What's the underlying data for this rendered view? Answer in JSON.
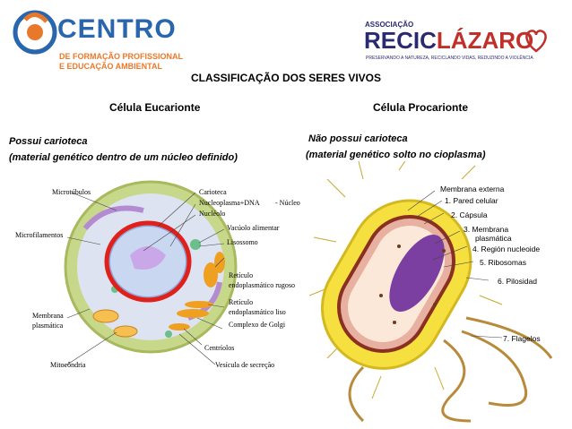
{
  "logo_left": {
    "brand": "CENTRO",
    "line1": "DE FORMAÇÃO PROFISSIONAL",
    "line2": "E EDUCAÇÃO AMBIENTAL"
  },
  "logo_right": {
    "association": "ASSOCIAÇÃO",
    "name_a": "RECIC",
    "name_b": "LÁZARO",
    "tagline": "PRESERVANDO A NATUREZA, RECICLANDO VIDAS, REDUZINDO A VIOLÊNCIA"
  },
  "title": "CLASSIFICAÇÃO DOS SERES VIVOS",
  "eukaryote": {
    "heading": "Célula Eucarionte",
    "desc1": "Possui carioteca",
    "desc2": "(material genético dentro de um núcleo definido)",
    "labels": {
      "microtubulos": "Microtúbulos",
      "microfilamentos": "Microfilamentos",
      "membrana1": "Membrana",
      "membrana2": "plasmática",
      "mitocondria": "Mitocôndria",
      "carioteca": "Carioteca",
      "nucleoplasma": "Nucleoplasma+DNA",
      "nucleo": "- Núcleo",
      "nucleolo": "Nucléolo",
      "vacuolo": "Vacúolo alimentar",
      "lisossomo": "Lisossomo",
      "rer1": "Retículo",
      "rer2": "endoplasmático rugoso",
      "ser1": "Retículo",
      "ser2": "endoplasmático liso",
      "golgi": "Complexo de Golgi",
      "centriolos": "Centríolos",
      "vesicula": "Vesícula de secreção"
    }
  },
  "prokaryote": {
    "heading": "Célula Procarionte",
    "desc1": "Não possui carioteca",
    "desc2": "(material genético solto no cioplasma)",
    "labels": {
      "membrana_externa": "Membrana externa",
      "pared": "1. Pared celular",
      "capsula": "2. Cápsula",
      "membrana1": "3. Membrana",
      "membrana2": "plasmática",
      "region": "4. Región nucleoide",
      "ribosomas": "5. Ribosomas",
      "pilosidad": "6. Pilosidad",
      "flagelos": "7. Flagelos"
    }
  },
  "colors": {
    "brand_blue": "#2a66ad",
    "brand_orange": "#e8792b",
    "red": "#c0302a",
    "navy": "#2a2a70"
  }
}
